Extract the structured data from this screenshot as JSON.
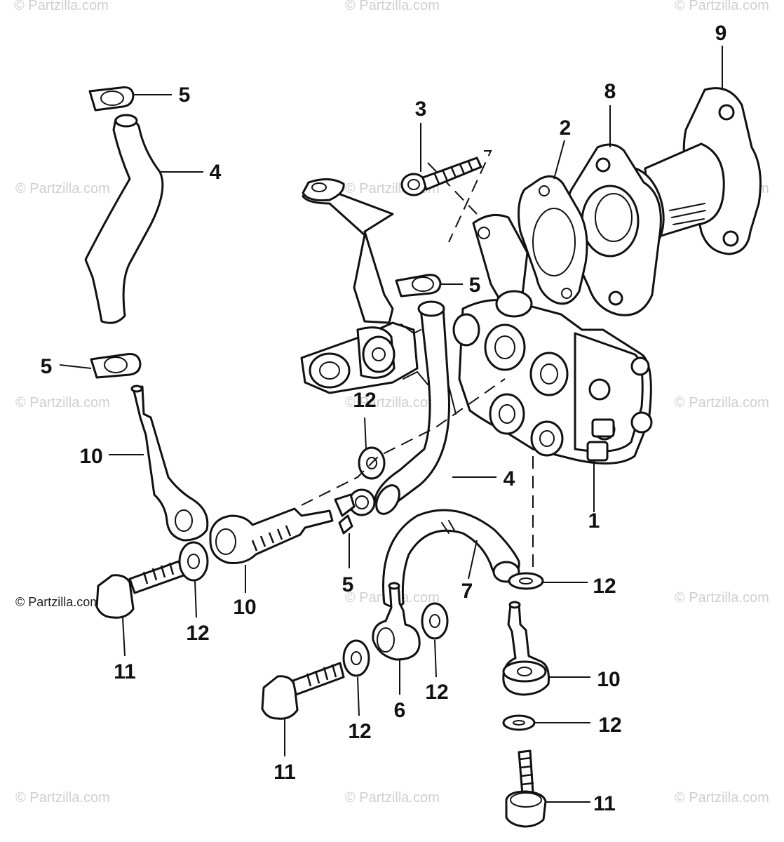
{
  "watermark": {
    "text": "© Partzilla.com",
    "caption": "© Partzilla.com"
  },
  "callouts": {
    "c1": "1",
    "c2": "2",
    "c3": "3",
    "c4a": "4",
    "c4b": "4",
    "c5a": "5",
    "c5b": "5",
    "c5c": "5",
    "c5d": "5",
    "c6": "6",
    "c7": "7",
    "c8": "8",
    "c9": "9",
    "c10a": "10",
    "c10b": "10",
    "c10c": "10",
    "c11a": "11",
    "c11b": "11",
    "c11c": "11",
    "c12a": "12",
    "c12b": "12",
    "c12c": "12",
    "c12d": "12",
    "c12e": "12",
    "c12f": "12"
  },
  "colors": {
    "ink": "#111111",
    "watermark": "#cfcfcf",
    "background": "#ffffff"
  }
}
